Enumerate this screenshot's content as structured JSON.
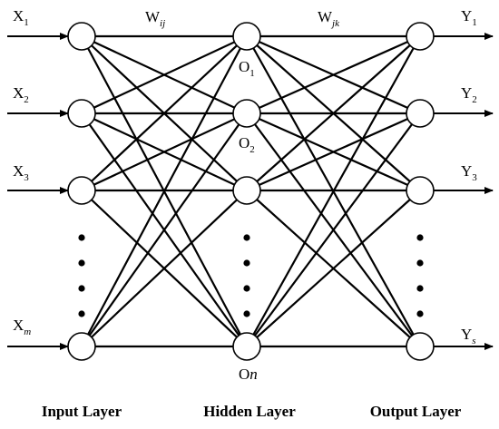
{
  "weights": {
    "input_hidden": {
      "base": "W",
      "sub": "ij"
    },
    "hidden_output": {
      "base": "W",
      "sub": "jk"
    }
  },
  "input_labels": [
    {
      "base": "X",
      "sub": "1",
      "italic_sub": false
    },
    {
      "base": "X",
      "sub": "2",
      "italic_sub": false
    },
    {
      "base": "X",
      "sub": "3",
      "italic_sub": false
    },
    {
      "base": "X",
      "sub": "m",
      "italic_sub": true
    }
  ],
  "hidden_labels": [
    {
      "base": "O",
      "sub": "1",
      "italic_sub": false,
      "position": "below"
    },
    {
      "base": "O",
      "sub": "2",
      "italic_sub": false,
      "position": "below"
    },
    {
      "base": "O",
      "sub": "n",
      "italic_sub": true,
      "position": "below",
      "inline": true
    }
  ],
  "output_labels": [
    {
      "base": "Y",
      "sub": "1",
      "italic_sub": false
    },
    {
      "base": "Y",
      "sub": "2",
      "italic_sub": false
    },
    {
      "base": "Y",
      "sub": "3",
      "italic_sub": false
    },
    {
      "base": "Y",
      "sub": "s",
      "italic_sub": true
    }
  ],
  "layers": {
    "input": "Input Layer",
    "hidden": "Hidden Layer",
    "output": "Output Layer"
  },
  "colors": {
    "line": "#000000",
    "node_fill": "#ffffff",
    "background": "#ffffff"
  }
}
